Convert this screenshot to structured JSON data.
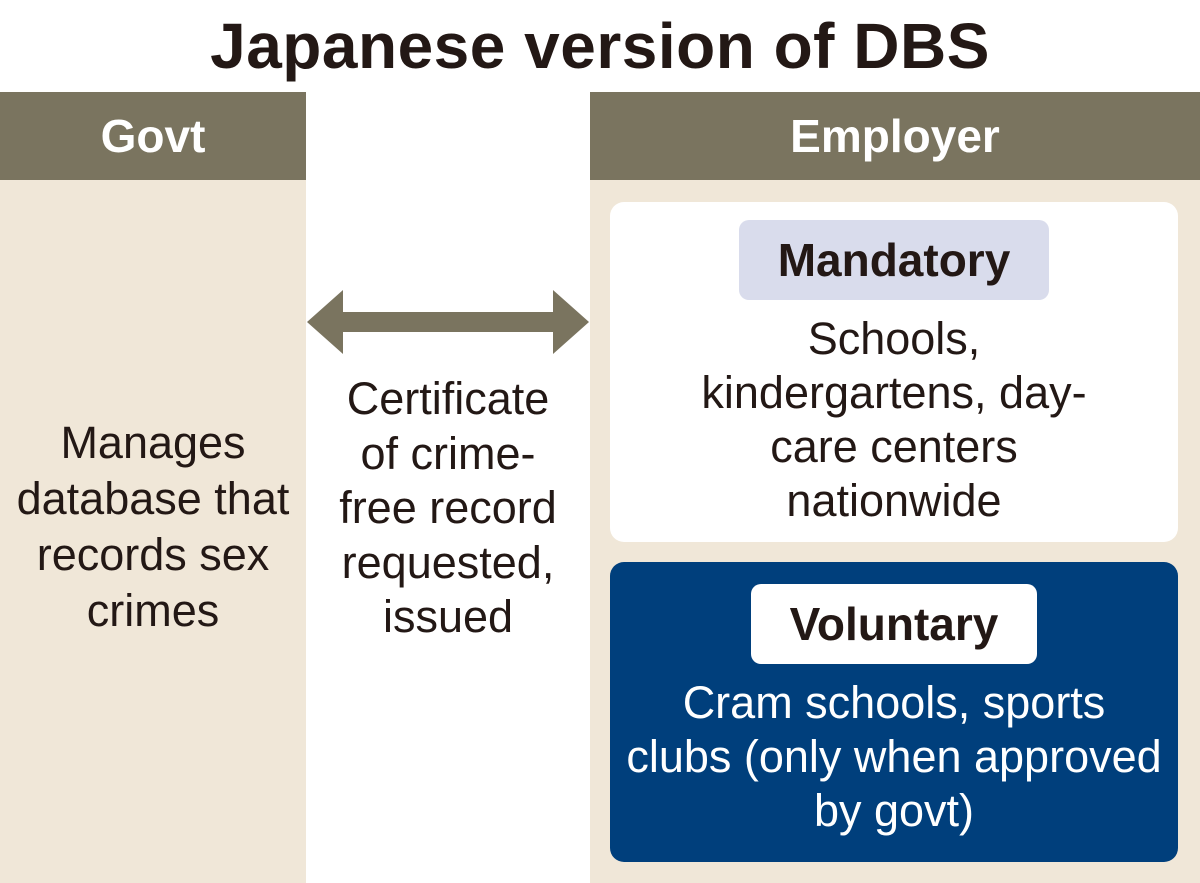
{
  "title": "Japanese version of DBS",
  "columns": {
    "govt": {
      "header": "Govt",
      "description": "Manages database that records sex crimes"
    },
    "employer": {
      "header": "Employer"
    }
  },
  "flow": {
    "arrow_icon": "double-headed-arrow-icon",
    "label": "Certificate of crime-free record requested, issued"
  },
  "mandatory": {
    "badge": "Mandatory",
    "text": "Schools, kindergartens, day-care centers nationwide"
  },
  "voluntary": {
    "badge": "Voluntary",
    "text": "Cram schools, sports clubs (only when approved by govt)"
  },
  "colors": {
    "header_bg": "#7a745f",
    "column_bg": "#f0e7d8",
    "mandatory_badge_bg": "#d9dcec",
    "voluntary_box_bg": "#003f7c",
    "text": "#231815"
  }
}
